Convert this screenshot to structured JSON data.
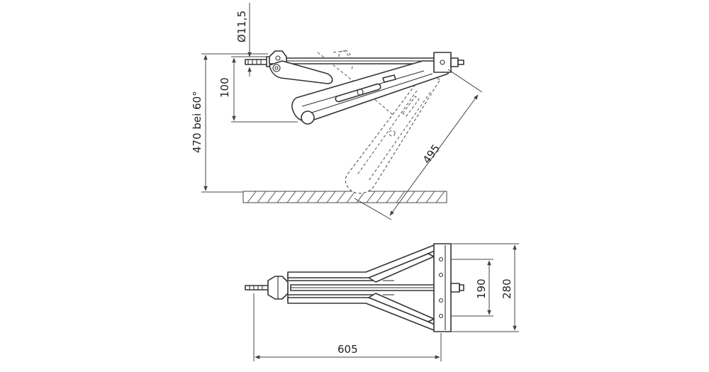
{
  "dimensions": {
    "diameter": "Ø11,5",
    "height_100": "100",
    "height_470": "470 bei 60°",
    "length_495": "495",
    "width_190": "190",
    "width_280": "280",
    "length_605": "605"
  },
  "colors": {
    "line": "#333333",
    "background": "#ffffff"
  }
}
